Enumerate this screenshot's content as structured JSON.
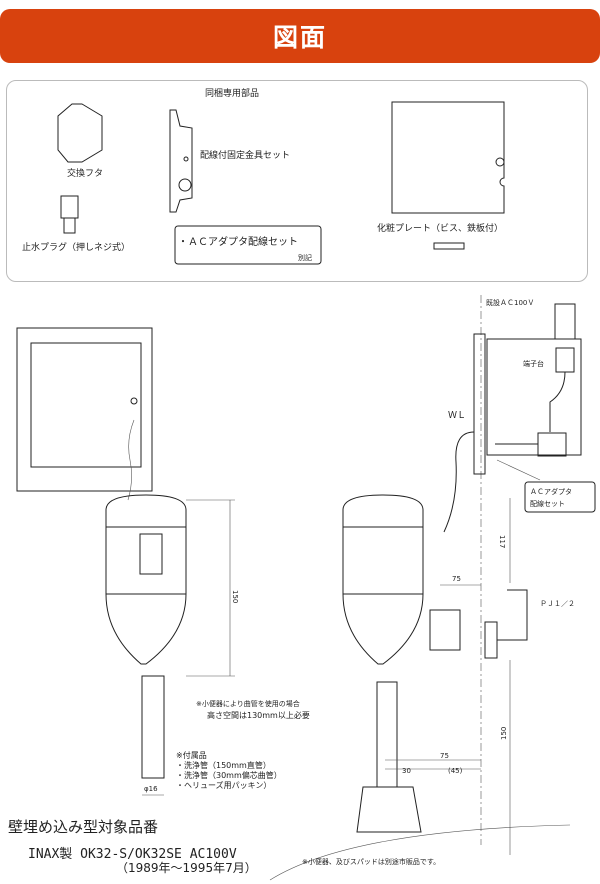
{
  "header": {
    "title": "図面"
  },
  "parts": {
    "heading": "同梱専用部品",
    "cap": "交換フタ",
    "plug": "止水プラグ（押しネジ式）",
    "bracket": "配線付固定金具セット",
    "ac_set": "・ＡＣアダプタ配線セット",
    "ac_set_note": "別記",
    "plate": "化粧プレート（ビス、鉄板付）"
  },
  "side": {
    "existing_power": "既設ＡＣ100Ｖ",
    "terminal": "端子台",
    "wl": "ＷＬ",
    "ac_label_1": "ＡＣアダプタ",
    "ac_label_2": "配線セット",
    "pj": "ＰＪ１／２",
    "dim_117": "117",
    "dim_75_top": "75",
    "dim_150": "150",
    "dim_75_bottom": "75",
    "dim_30": "30",
    "dim_45": "(45)",
    "footnote": "※小便器、及びスパッドは別途市販品です。"
  },
  "front": {
    "dim_150": "150",
    "dim_phi16": "φ16",
    "note_1": "※小便器により曲管を使用の場合",
    "note_2": "高さ空間は130mm以上必要",
    "acc_title": "※付属品",
    "acc_1": "・洗浄管（150mm直管）",
    "acc_2": "・洗浄管（30mm偏芯曲管）",
    "acc_3": "・ヘリューズ用パッキン）"
  },
  "target": {
    "title": "壁埋め込み型対象品番",
    "model": "INAX製 OK32-S/OK32SE  AC100V",
    "period": "（1989年～1995年7月）"
  },
  "colors": {
    "header": "#d8420e",
    "leader": "#6a6aff"
  }
}
